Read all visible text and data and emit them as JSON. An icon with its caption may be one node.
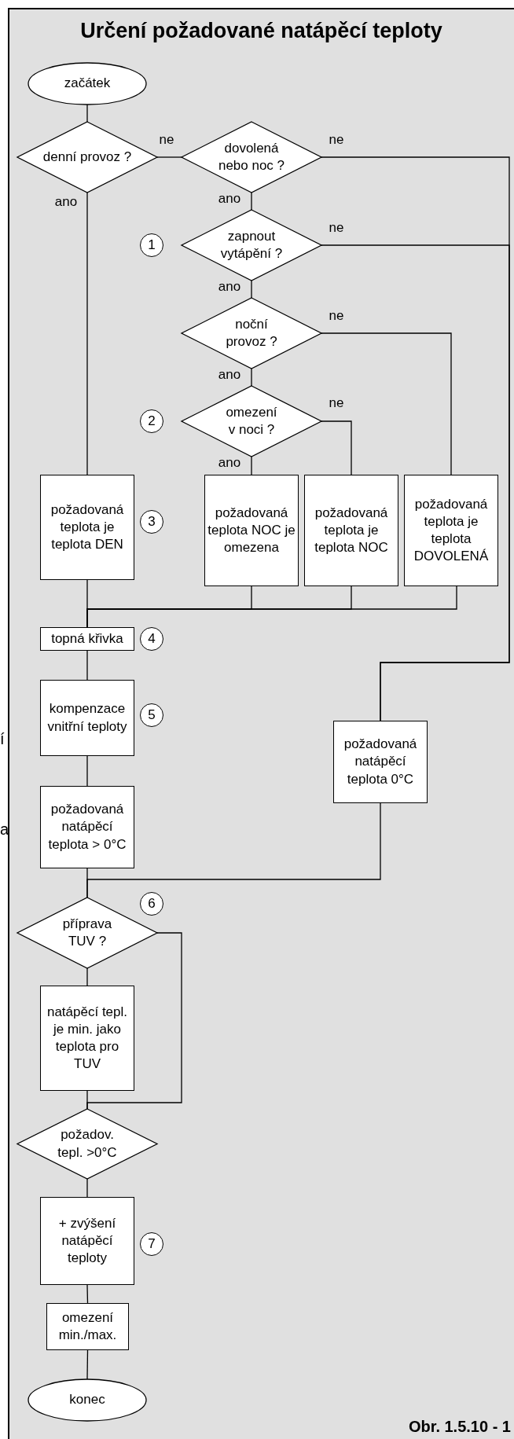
{
  "diagram": {
    "title": "Určení požadované natápěcí teploty",
    "caption": "Obr. 1.5.10 - 1",
    "nodes": [
      {
        "text": [
          "začátek"
        ]
      },
      {
        "text": [
          "denní provoz ?"
        ]
      },
      {
        "text": [
          "dovolená nebo noc ?"
        ]
      },
      {
        "text": [
          "zapnout vytápění ?"
        ]
      },
      {
        "text": [
          "noční provoz ?"
        ]
      },
      {
        "text": [
          "omezení v noci ?"
        ]
      },
      {
        "text": [
          "požadovaná teplota je teplota DEN"
        ]
      },
      {
        "text": [
          "požadovaná teplota NOC je omezena"
        ]
      },
      {
        "text": [
          "požadovaná teplota je teplota NOC"
        ]
      },
      {
        "text": [
          "požadovaná teplota je teplota DOVOLENÁ"
        ]
      },
      {
        "text": [
          "topná křivka"
        ]
      },
      {
        "text": [
          "kompenzace vnitřní teploty"
        ]
      },
      {
        "text": [
          "požadovaná natápěcí teplota 0°C"
        ]
      },
      {
        "text": [
          "požadovaná natápěcí teplota > 0°C"
        ]
      },
      {
        "text": [
          "příprava TUV ?"
        ]
      },
      {
        "text": [
          "natápěcí tepl. je min. jako teplota pro TUV"
        ]
      },
      {
        "text": [
          "požadov. tepl. >0°C"
        ]
      },
      {
        "text": [
          "+ zvýšení natápěcí teploty"
        ]
      },
      {
        "text": [
          "omezení min./max."
        ]
      },
      {
        "text": [
          "konec"
        ]
      }
    ],
    "edges": [
      {
        "from": 0,
        "to": 1,
        "arrow": "none"
      },
      {
        "from": 1,
        "to": 2,
        "arrow": "none",
        "label": "ne"
      },
      {
        "from": 1,
        "to": 6,
        "arrow": "none",
        "label": "ano"
      },
      {
        "from": 2,
        "to": 3,
        "arrow": "none",
        "label": "ano"
      },
      {
        "from": 2,
        "to": 12,
        "arrow": "none",
        "label": "ne"
      },
      {
        "from": 3,
        "to": 4,
        "arrow": "none",
        "label": "ano"
      },
      {
        "from": 3,
        "to": 12,
        "arrow": "none",
        "label": "ne"
      },
      {
        "from": 4,
        "to": 5,
        "arrow": "none",
        "label": "ano"
      },
      {
        "from": 4,
        "to": 9,
        "arrow": "none",
        "label": "ne"
      },
      {
        "from": 5,
        "to": 7,
        "arrow": "none",
        "label": "ano"
      },
      {
        "from": 5,
        "to": 8,
        "arrow": "none",
        "label": "ne"
      },
      {
        "from": 6,
        "to": 10,
        "arrow": "none"
      },
      {
        "from": 7,
        "to": 10,
        "arrow": "none"
      },
      {
        "from": 8,
        "to": 10,
        "arrow": "none"
      },
      {
        "from": 9,
        "to": 10,
        "arrow": "none"
      },
      {
        "from": 10,
        "to": 11,
        "arrow": "none"
      },
      {
        "from": 11,
        "to": 13,
        "arrow": "none"
      },
      {
        "from": 13,
        "to": 14,
        "arrow": "none"
      },
      {
        "from": 12,
        "to": 14,
        "arrow": "none"
      },
      {
        "from": 14,
        "to": 15,
        "arrow": "none"
      },
      {
        "from": 14,
        "to": 16,
        "arrow": "none"
      },
      {
        "from": 15,
        "to": 16,
        "arrow": "none"
      },
      {
        "from": 16,
        "to": 17,
        "arrow": "none"
      },
      {
        "from": 17,
        "to": 18,
        "arrow": "none"
      },
      {
        "from": 18,
        "to": 19,
        "arrow": "none"
      }
    ],
    "labels": [
      "1",
      "2",
      "3",
      "4",
      "5",
      "í",
      "a",
      "6",
      "7"
    ]
  }
}
